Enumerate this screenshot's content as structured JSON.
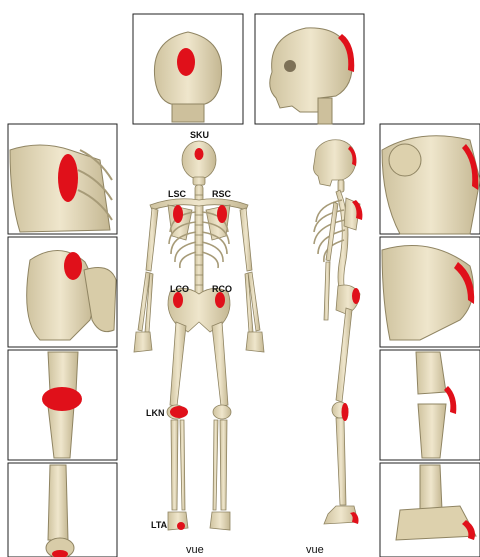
{
  "colors": {
    "bone": "#e6dcbf",
    "bone_shade": "#bfb28e",
    "bone_dark": "#9d916f",
    "marker": "#e0101a",
    "border": "#222222"
  },
  "labels": {
    "sku": "SKU",
    "lsc": "LSC",
    "rsc": "RSC",
    "lco": "LCO",
    "rco": "RCO",
    "lkn": "LKN",
    "lta": "LTA"
  },
  "captions": {
    "posterior": "vue",
    "lateral": "vue"
  },
  "panels": {
    "top": [
      "skull-back-closeup",
      "skull-side-closeup"
    ],
    "left": [
      "shoulder-back-closeup",
      "pelvis-back-closeup",
      "knee-back-closeup",
      "heel-back-closeup"
    ],
    "right": [
      "shoulder-side-closeup",
      "hip-side-closeup",
      "knee-side-closeup",
      "foot-side-closeup"
    ]
  }
}
